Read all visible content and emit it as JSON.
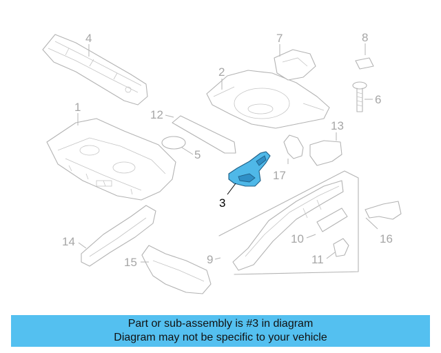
{
  "callouts": {
    "c1": "1",
    "c2": "2",
    "c3": "3",
    "c4": "4",
    "c5": "5",
    "c6": "6",
    "c7": "7",
    "c8": "8",
    "c9": "9",
    "c10": "10",
    "c11": "11",
    "c12": "12",
    "c13": "13",
    "c14": "14",
    "c15": "15",
    "c16": "16",
    "c17": "17"
  },
  "highlighted_part": "3",
  "banner": {
    "line1": "Part or sub-assembly is #3 in diagram",
    "line2": "Diagram may not be specific to your vehicle"
  },
  "colors": {
    "highlight": "#4fb8e8",
    "banner": "#54c0f0",
    "line_art": "#b3b3b3"
  }
}
